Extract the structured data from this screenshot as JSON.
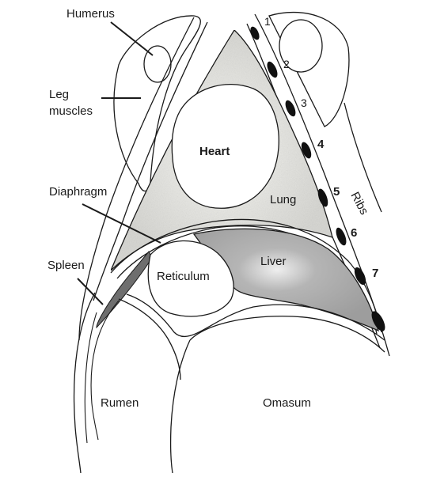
{
  "labels": {
    "humerus": "Humerus",
    "leg_muscles_line1": "Leg",
    "leg_muscles_line2": "muscles",
    "heart": "Heart",
    "lung": "Lung",
    "diaphragm": "Diaphragm",
    "spleen": "Spleen",
    "reticulum": "Reticulum",
    "liver": "Liver",
    "rumen": "Rumen",
    "omasum": "Omasum",
    "ribs": "Ribs"
  },
  "rib_numbers": [
    "1",
    "2",
    "3",
    "4",
    "5",
    "6",
    "7"
  ],
  "colors": {
    "outline": "#1a1a1a",
    "lung_fill": "#d6d6d6",
    "liver_fill": "#a9a9a9",
    "spleen_fill": "#6e6e6e",
    "rib_fill": "#111111",
    "background": "#ffffff"
  }
}
